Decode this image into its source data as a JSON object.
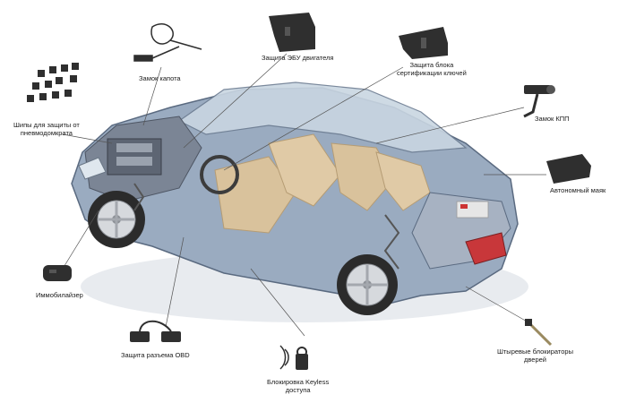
{
  "labels": {
    "hood_lock": "Замок капота",
    "ecu_guard": "Защита ЭБУ двигателя",
    "key_cert_guard": [
      "Защита блока",
      "сертификации ключей"
    ],
    "wheel_spikes": [
      "Шипы для защиты от",
      "пневмодомкрата"
    ],
    "gearbox_lock": "Замок КПП",
    "beacon": "Автономный маяк",
    "immobilizer": "Иммобилайзер",
    "obd_guard": "Защита разъема OBD",
    "keyless_block": [
      "Блокировка Keyless",
      "доступа"
    ],
    "door_pins": [
      "Штыревые блокираторы",
      "дверей"
    ]
  },
  "icons": {
    "hood_lock": "cable-lock-icon",
    "ecu_guard": "metal-bracket-icon",
    "key_cert_guard": "metal-shield-icon",
    "wheel_spikes": "spike-bolts-icon",
    "gearbox_lock": "shift-lock-icon",
    "beacon": "gps-beacon-icon",
    "immobilizer": "key-fob-icon",
    "obd_guard": "obd-connector-icon",
    "keyless_block": "keyless-lock-icon",
    "door_pins": "door-pin-icon"
  },
  "colors": {
    "body": "#8fa0b6",
    "body_dark": "#5a6a80",
    "glass": "#c9d6e2",
    "interior": "#d9c29c",
    "tire": "#2b2b2b",
    "rim": "#d6d9dd",
    "leader": "#555555",
    "device": "#2f2f2f"
  }
}
